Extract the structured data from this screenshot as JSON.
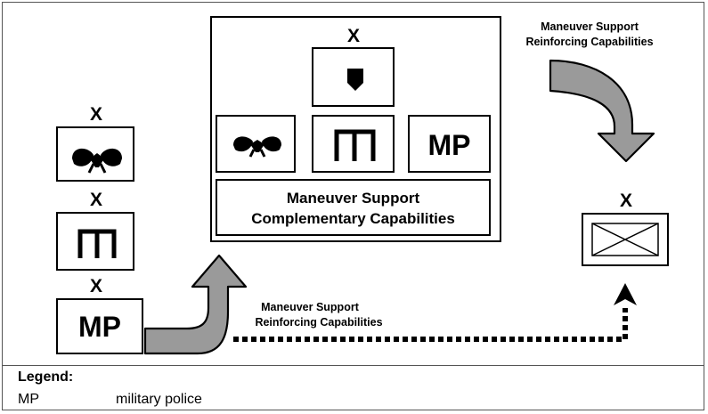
{
  "diagram": {
    "echelon_marker": "X",
    "left_stack": {
      "mp_label": "MP"
    },
    "center_brigade": {
      "mp_label": "MP",
      "complementary_label_line1": "Maneuver Support",
      "complementary_label_line2": "Complementary Capabilities"
    },
    "reinforcing_top": {
      "line1": "Maneuver Support",
      "line2": "Reinforcing Capabilities"
    },
    "reinforcing_bottom": {
      "line1": "Maneuver Support",
      "line2": "Reinforcing Capabilities"
    },
    "target_unit": {
      "symbol": "infantry-brigade"
    },
    "colors": {
      "arrow_fill": "#9a9a9a",
      "stroke": "#000000"
    }
  },
  "legend": {
    "title": "Legend:",
    "entries": [
      {
        "abbr": "MP",
        "definition": "military police"
      }
    ]
  }
}
